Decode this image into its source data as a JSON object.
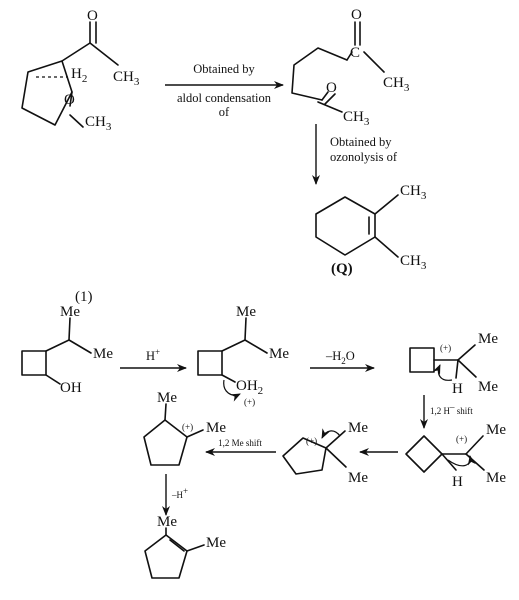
{
  "top": {
    "mol1": {
      "o": "O",
      "ch3": "CH",
      "ch3_sub": "3",
      "h2": "H",
      "h2_sub": "2",
      "o2": "O",
      "ch3b": "CH",
      "ch3b_sub": "3"
    },
    "arrow1": {
      "line1": "Obtained by",
      "line2": "aldol condensation",
      "line3": "of"
    },
    "mol2": {
      "c": "C",
      "o1": "O",
      "ch3": "CH",
      "ch3_sub": "3",
      "o2": "O",
      "ch3b": "CH",
      "ch3b_sub": "3"
    },
    "arrow2": {
      "line1": "Obtained by",
      "line2": "ozonolysis of"
    },
    "mol3": {
      "ch3a": "CH",
      "ch3a_sub": "3",
      "ch3b": "CH",
      "ch3b_sub": "3",
      "label": "(Q)"
    }
  },
  "bottom": {
    "option": "(1)",
    "s1": {
      "me1": "Me",
      "me2": "Me",
      "oh": "OH"
    },
    "a1": {
      "reagent": "H",
      "reagent_sup": "+"
    },
    "s2": {
      "me1": "Me",
      "me2": "Me",
      "oh2": "OH",
      "oh2_sub": "2",
      "charge": "(+)"
    },
    "a2": {
      "reagent": "–H",
      "reagent_sub": "2",
      "reagent_tail": "O"
    },
    "s3": {
      "charge": "(+)",
      "me1": "Me",
      "h": "H",
      "me2": "Me"
    },
    "a3": {
      "label": "1,2 H",
      "label_sup": "–",
      "label_tail": " shift"
    },
    "s4": {
      "charge": "(+)",
      "me1": "Me",
      "h": "H",
      "me2": "Me"
    },
    "s5": {
      "charge": "(+)",
      "me1": "Me",
      "me2": "Me"
    },
    "a5": {
      "label": "1,2 Me shift"
    },
    "s6": {
      "me1": "Me",
      "charge": "(+)",
      "me2": "Me"
    },
    "a6": {
      "label": "–H",
      "label_sup": "+"
    },
    "s7": {
      "me1": "Me",
      "me2": "Me"
    }
  }
}
